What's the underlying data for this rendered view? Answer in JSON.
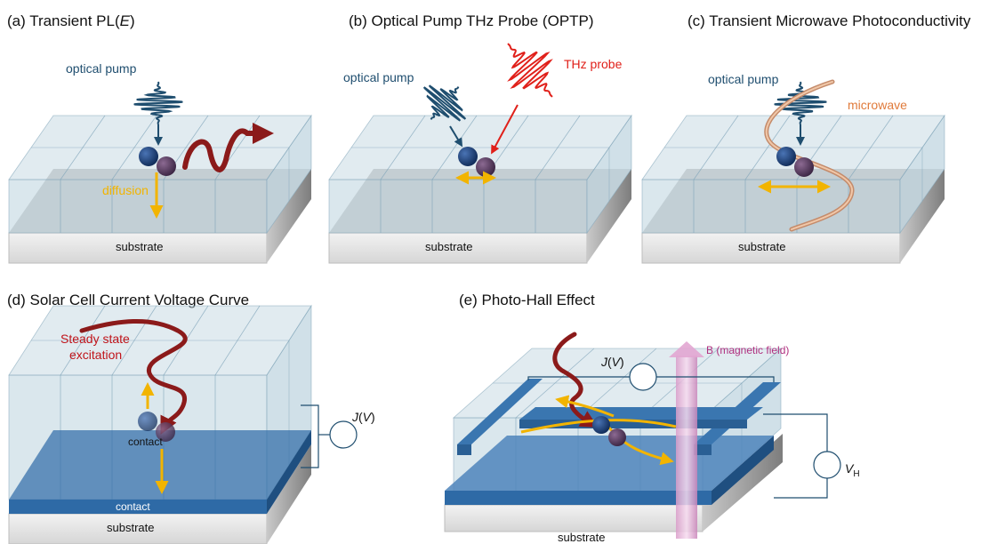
{
  "colors": {
    "pump": "#1f4e6f",
    "thz": "#e0201a",
    "wave": "#8b1a1a",
    "arrow": "#f2b400",
    "microwave_label": "#e07a3a",
    "glass": "#bcd3de",
    "glass_edge": "#7ea3b8",
    "slab_front": "#e3e3e3",
    "slab_side": "#9a9a9a",
    "contact": "#2e6aa6",
    "bfield": "#e6b3d9",
    "bfield_label": "#b0307f",
    "electron": "#1b3b73",
    "hole": "#5a3d63"
  },
  "panels": {
    "a": {
      "title_prefix": "(a) Transient PL(",
      "title_italic": "E",
      "title_suffix": ")",
      "pump_label": "optical pump",
      "diffusion_label": "diffusion",
      "substrate_label": "substrate"
    },
    "b": {
      "title": "(b) Optical Pump THz Probe (OPTP)",
      "pump_label": "optical pump",
      "probe_label": "THz probe",
      "substrate_label": "substrate"
    },
    "c": {
      "title": "(c) Transient Microwave Photoconductivity",
      "pump_label": "optical pump",
      "microwave_label": "microwave",
      "substrate_label": "substrate"
    },
    "d": {
      "title": "(d) Solar Cell Current Voltage Curve",
      "excitation_line1": "Steady state",
      "excitation_line2": "excitation",
      "contact_top": "contact",
      "contact_bottom": "contact",
      "substrate_label": "substrate",
      "meter_J": "J",
      "meter_paren_open": "(",
      "meter_V": "V",
      "meter_paren_close": ")"
    },
    "e": {
      "title": "(e) Photo-Hall Effect",
      "bfield_label": "B (magnetic field)",
      "meter_J": "J",
      "meter_paren_open": "(",
      "meter_V": "V",
      "meter_paren_close": ")",
      "hall_V": "V",
      "hall_sub": "H",
      "substrate_label": "substrate"
    }
  }
}
